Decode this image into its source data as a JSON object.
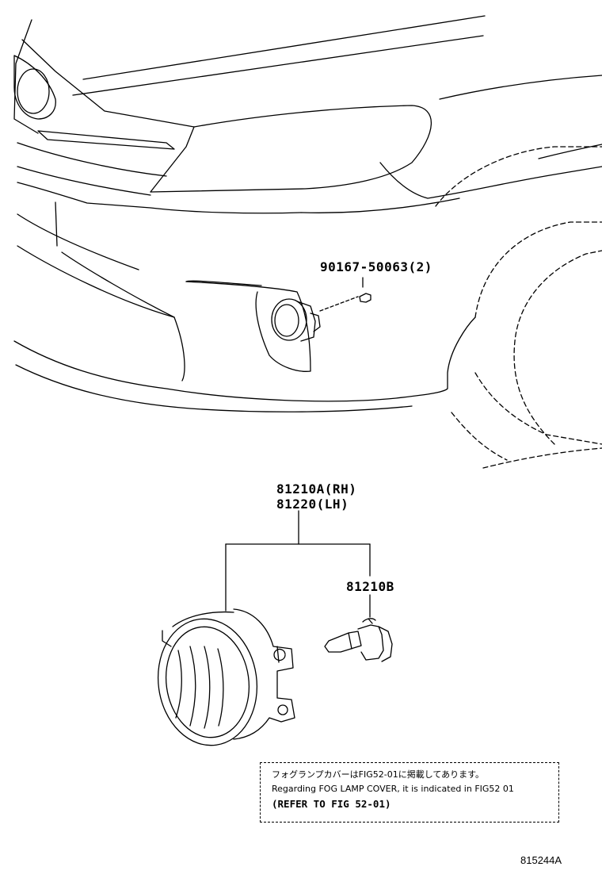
{
  "labels": {
    "screw": "90167-50063(2)",
    "lamp_rh": "81210A(RH)",
    "lamp_lh": "81220(LH)",
    "bulb": "81210B"
  },
  "note": {
    "line_jp": "フォグランプカバーはFIG52-01に掲載してあります。",
    "line_en": "Regarding FOG LAMP COVER, it is indicated in FIG52  01",
    "line_ref": "(REFER TO FIG 52-01)"
  },
  "figure_id": "815244A"
}
